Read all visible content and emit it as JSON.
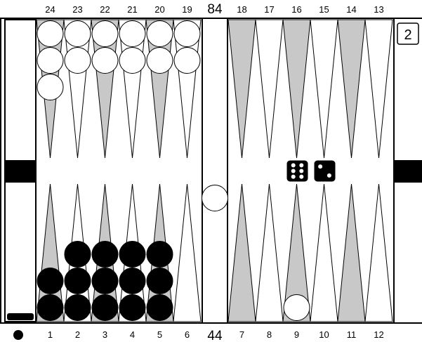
{
  "board": {
    "top_point_labels": [
      "24",
      "23",
      "22",
      "21",
      "20",
      "19",
      "18",
      "17",
      "16",
      "15",
      "14",
      "13"
    ],
    "bottom_point_labels": [
      "1",
      "2",
      "3",
      "4",
      "5",
      "6",
      "7",
      "8",
      "9",
      "10",
      "11",
      "12"
    ],
    "pip_count_top": "84",
    "pip_count_bottom": "44",
    "cube_value": "2",
    "colors": {
      "light_point": "#ffffff",
      "dark_point": "#c8c8c8",
      "black": "#000000",
      "white": "#ffffff"
    },
    "points": {
      "24": {
        "color": "white",
        "count": 3
      },
      "23": {
        "color": "white",
        "count": 2
      },
      "22": {
        "color": "white",
        "count": 2
      },
      "21": {
        "color": "white",
        "count": 2
      },
      "20": {
        "color": "white",
        "count": 2
      },
      "19": {
        "color": "white",
        "count": 2
      },
      "1": {
        "color": "black",
        "count": 2
      },
      "2": {
        "color": "black",
        "count": 3
      },
      "3": {
        "color": "black",
        "count": 3
      },
      "4": {
        "color": "black",
        "count": 3
      },
      "5": {
        "color": "black",
        "count": 3
      },
      "9": {
        "color": "white",
        "count": 1
      }
    },
    "bar": {
      "white_checkers": 1
    },
    "dice": [
      {
        "value": 6,
        "color": "black"
      },
      {
        "value": 2,
        "color": "black"
      }
    ],
    "black_borne_off": 1,
    "turn_indicator": "black"
  }
}
